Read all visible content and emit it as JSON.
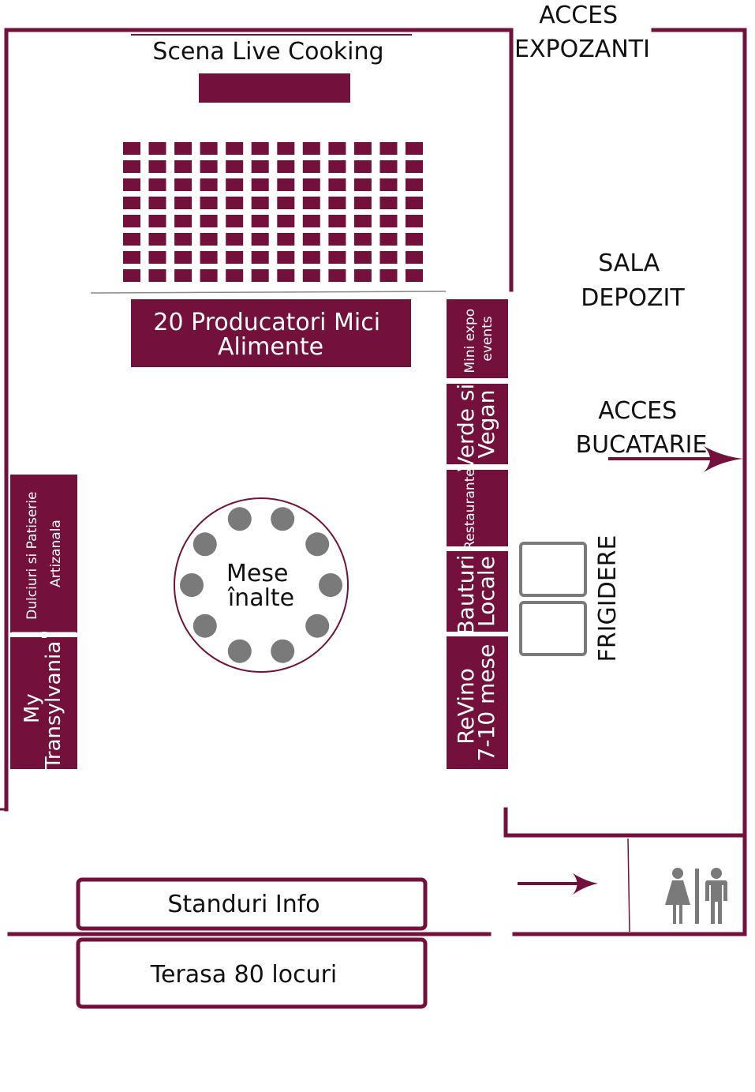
{
  "colors": {
    "accent": "#73103c",
    "text": "#111111",
    "on_accent": "#ffffff",
    "gray": "#7a7a7a",
    "background": "#ffffff"
  },
  "labels": {
    "acces_expozanti": [
      "ACCES",
      "EXPOZANTI"
    ],
    "scena": "Scena Live Cooking",
    "producatori": [
      "20 Producatori Mici",
      "Alimente"
    ],
    "sala_depozit": [
      "SALA",
      "DEPOZIT"
    ],
    "acces_bucatarie": [
      "ACCES",
      "BUCATARIE"
    ],
    "mini_expo": [
      "Mini expo",
      "events"
    ],
    "verde_vegan": [
      "Verde si",
      "Vegan"
    ],
    "restaurante": "Restaurante",
    "bauturi": [
      "Bauturi",
      "Locale"
    ],
    "revino": [
      "ReVino",
      "7-10 mese"
    ],
    "dulciuri": [
      "Dulciuri si Patiserie",
      "Artizanala"
    ],
    "my_transylvania": [
      "My",
      "Transylvania"
    ],
    "mese_inalte": [
      "Mese",
      "înalte"
    ],
    "frigidere": "FRIGIDERE",
    "standuri_info": "Standuri Info",
    "terasa": "Terasa 80 locuri"
  },
  "icons": {
    "restroom": "restroom-woman-man-icon",
    "arrow": "arrow-right-icon"
  },
  "seating": {
    "columns": 12,
    "rows": 8
  },
  "high_tables": {
    "stools": 10
  }
}
